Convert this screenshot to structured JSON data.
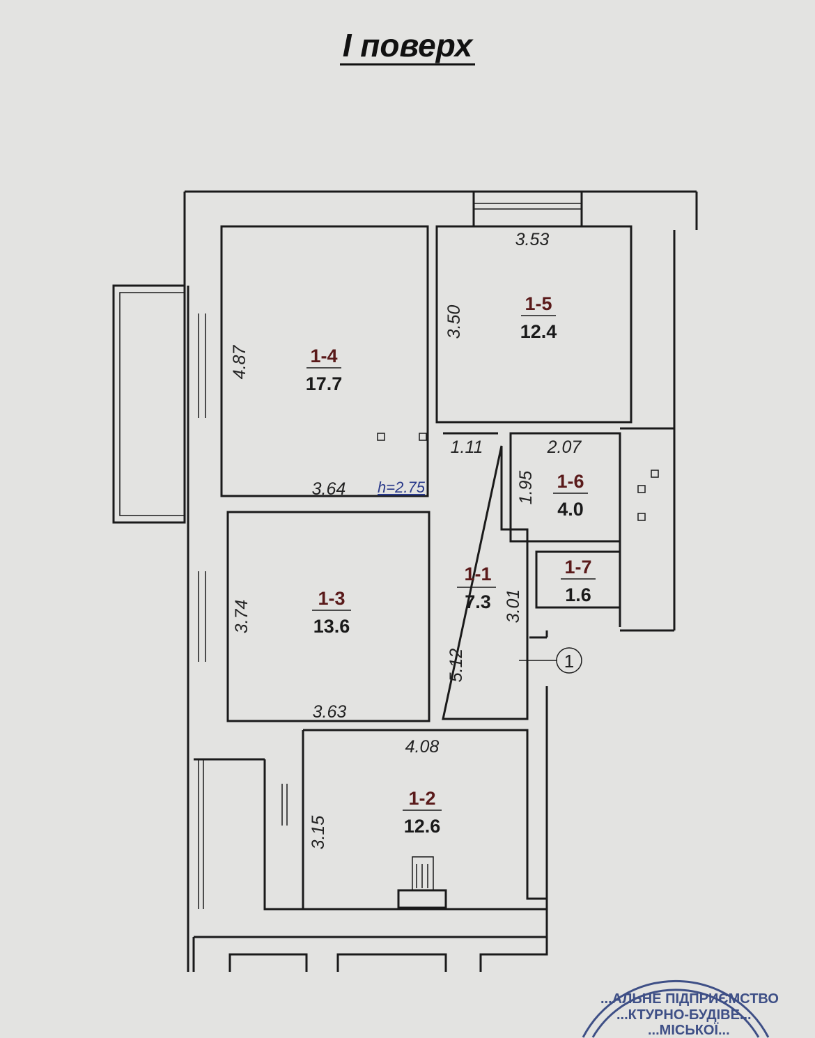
{
  "title": "I поверх",
  "height_label": "h=2.75",
  "entrance_marker": "1",
  "rooms": [
    {
      "id": "1-1",
      "area": "7.3"
    },
    {
      "id": "1-2",
      "area": "12.6"
    },
    {
      "id": "1-3",
      "area": "13.6"
    },
    {
      "id": "1-4",
      "area": "17.7"
    },
    {
      "id": "1-5",
      "area": "12.4"
    },
    {
      "id": "1-6",
      "area": "4.0"
    },
    {
      "id": "1-7",
      "area": "1.6"
    }
  ],
  "dimensions": {
    "r14_width": "3.64",
    "r14_length": "4.87",
    "r15_width": "3.53",
    "r15_length": "3.50",
    "r16_width": "2.07",
    "r16_length": "1.95",
    "r11_width": "1.11",
    "r11_length_a": "5.12",
    "r11_length_b": "3.01",
    "r13_width": "3.63",
    "r13_length": "3.74",
    "r12_width": "4.08",
    "r12_length": "3.15"
  },
  "stamp": {
    "line1": "...АЛЬНЕ ПІДПРИЄМСТВО",
    "line2": "...КТУРНО-БУДІВЕ...",
    "line3": "...МІСЬКОЇ..."
  }
}
